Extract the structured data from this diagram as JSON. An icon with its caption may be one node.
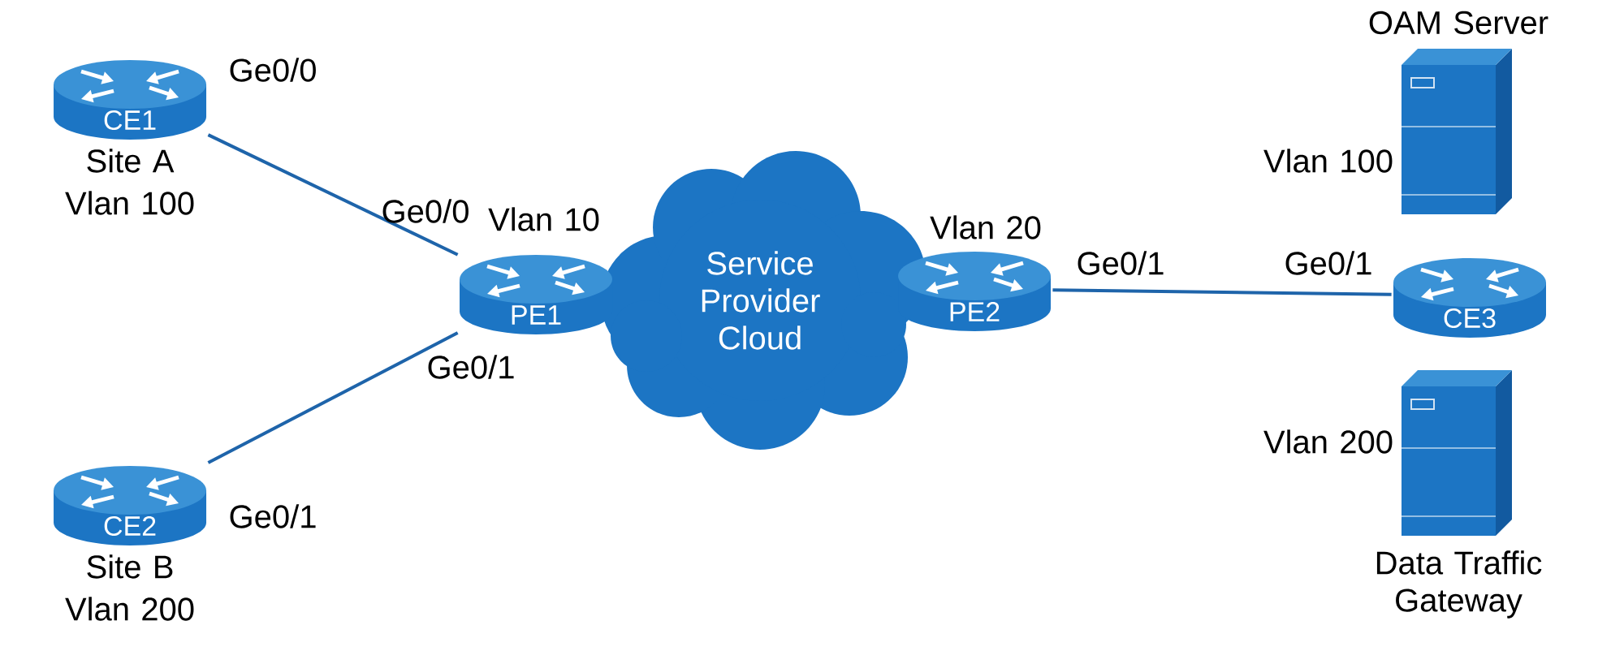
{
  "diagram": {
    "nodes": [
      {
        "text": [
          "CE1"
        ],
        "beside": [
          "Ge0/0",
          "Site A Vlan 100"
        ]
      },
      {
        "text": [
          "CE2"
        ],
        "beside": [
          "Ge0/1",
          "Site B Vlan 200"
        ]
      },
      {
        "text": [
          "PE1"
        ],
        "beside": [
          "Ge0/0",
          "Vlan 10",
          "Ge0/1"
        ]
      },
      {
        "text": [
          "Service Provider Cloud"
        ]
      },
      {
        "text": [
          "PE2"
        ],
        "beside": [
          "Vlan 20",
          "Ge0/1"
        ]
      },
      {
        "text": [
          "CE3"
        ],
        "beside": [
          "Ge0/1"
        ]
      },
      {
        "text": [
          "OAM Server"
        ],
        "beside": [
          "Vlan 100"
        ]
      },
      {
        "text": [
          "Data Traffic Gateway"
        ],
        "beside": [
          "Vlan 200"
        ]
      }
    ],
    "edges": [
      {
        "from": 0,
        "to": 2,
        "arrow": "none"
      },
      {
        "from": 1,
        "to": 2,
        "arrow": "none"
      },
      {
        "from": 4,
        "to": 5,
        "arrow": "none"
      }
    ]
  }
}
